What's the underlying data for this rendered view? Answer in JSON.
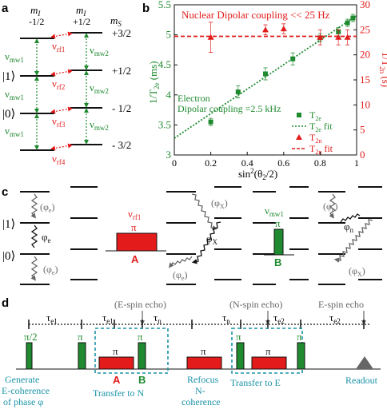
{
  "colors": {
    "green": "#1f8a2f",
    "red": "#e31b1b",
    "teal": "#1b93a8",
    "gray": "#666666",
    "black": "#111111"
  },
  "panel_a": {
    "label": "a",
    "headers": {
      "mI_left": "m",
      "mI_left_sub": "I",
      "mI_left_val": "-1/2",
      "mI_right": "m",
      "mI_right_sub": "I",
      "mI_right_val": "+1/2",
      "mS": "m",
      "mS_sub": "S"
    },
    "ms_values": [
      "+3/2",
      "+1/2",
      "- 1/2",
      "- 3/2"
    ],
    "kets": [
      "|1⟩",
      "|0⟩"
    ],
    "mw_left": "ν",
    "mw_left_sub": "mw1",
    "mw_right": "ν",
    "mw_right_sub": "mw2",
    "rf": [
      "ν",
      "ν",
      "ν",
      "ν"
    ],
    "rf_subs": [
      "rf1",
      "rf2",
      "rf3",
      "rf4"
    ]
  },
  "panel_b": {
    "label": "b",
    "annotation_nuclear": "Nuclear Dipolar coupling << 25 Hz",
    "annotation_electron_1": "Electron",
    "annotation_electron_2": "Dipolar coupling =2.5 kHz",
    "ylabel_left": "1/T",
    "ylabel_left_sub": "2e",
    "ylabel_left_unit": " (ms)",
    "ylabel_right": "1/T",
    "ylabel_right_sub": "2n",
    "ylabel_right_unit": " (s)",
    "xlabel": "sin",
    "xlabel_sup": "2",
    "xlabel_rest": "(θ",
    "xlabel_sub": "2",
    "xlabel_end": "/2)",
    "legend": [
      {
        "label": "T",
        "sub": "2e",
        "rest": ""
      },
      {
        "label": "T",
        "sub": "2e",
        "rest": " fit"
      },
      {
        "label": "T",
        "sub": "2n",
        "rest": ""
      },
      {
        "label": "T",
        "sub": "2n",
        "rest": " fit"
      }
    ]
  },
  "chart_data": {
    "type": "scatter",
    "x_ticks": [
      "0",
      "0.2",
      "0.4",
      "0.6",
      "0.8",
      "1"
    ],
    "y_left_ticks": [
      "3",
      "3.5",
      "4",
      "4.5",
      "5",
      "5.5"
    ],
    "y_right_ticks": [
      "0",
      "5",
      "10",
      "15",
      "20",
      "25",
      "30"
    ],
    "xlim": [
      0,
      1
    ],
    "ylim_left": [
      3,
      5.5
    ],
    "ylim_right": [
      0,
      30
    ],
    "series": [
      {
        "name": "T2e",
        "axis": "left",
        "marker": "square",
        "color": "#1f8a2f",
        "x": [
          0.2,
          0.35,
          0.5,
          0.65,
          0.8,
          0.9,
          0.95,
          0.98
        ],
        "y": [
          3.55,
          4.05,
          4.35,
          4.6,
          4.95,
          5.05,
          5.2,
          5.28
        ],
        "err": [
          0.06,
          0.1,
          0.1,
          0.1,
          0.07,
          0.07,
          0.06,
          0.06
        ]
      },
      {
        "name": "T2e fit",
        "axis": "left",
        "line": "dotted",
        "color": "#1f8a2f",
        "x": [
          0,
          1
        ],
        "y": [
          3.28,
          5.32
        ]
      },
      {
        "name": "T2n",
        "axis": "right",
        "marker": "triangle",
        "color": "#e31b1b",
        "x": [
          0.2,
          0.5,
          0.6,
          0.8,
          0.9,
          0.95
        ],
        "y": [
          23.5,
          25.0,
          25.2,
          23.5,
          23.5,
          23.5
        ],
        "err": [
          3.0,
          1.0,
          1.0,
          1.5,
          1.5,
          1.5
        ]
      },
      {
        "name": "T2n fit",
        "axis": "right",
        "line": "dashed",
        "color": "#e31b1b",
        "x": [
          0,
          1
        ],
        "y": [
          23.7,
          23.7
        ]
      }
    ],
    "legend_position": "bottom-right"
  },
  "panel_c": {
    "label": "c",
    "ket1": "|1⟩",
    "ket0": "|0⟩",
    "phi_e_paren": "(φ",
    "phi_e_paren_sub": "e",
    "phi_e": "φ",
    "phi_e_sub": "e",
    "phi_x_paren": "(φ",
    "phi_x_paren_sub": "X",
    "phi_x": "φ",
    "phi_x_sub": "X",
    "phi_n": "φ",
    "phi_n_sub": "n",
    "close_paren": ")",
    "rf1": "ν",
    "rf1_sub": "rf1",
    "mw1": "ν",
    "mw1_sub": "mw1",
    "pi": "π",
    "pulse_A": "A",
    "pulse_B": "B"
  },
  "panel_d": {
    "label": "d",
    "tau_e1": "τ",
    "tau_e1_sub": "e1",
    "tau_n": "τ",
    "tau_n_sub": "n",
    "tau_e2": "τ",
    "tau_e2_sub": "e2",
    "e_spin_echo_paren": "(E-spin echo)",
    "n_spin_echo_paren": "(N-spin echo)",
    "e_spin_echo": "E-spin echo",
    "pi_half": "π/2",
    "pi": "π",
    "pulse_A": "A",
    "pulse_B": "B",
    "captions": {
      "generate_1": "Generate",
      "generate_2": "E-coherence",
      "generate_3": "of phase φ",
      "transfer_n": "Transfer to N",
      "refocus_1": "Refocus",
      "refocus_2": "N-",
      "refocus_3": "coherence",
      "transfer_e": "Transfer to E",
      "readout": "Readout"
    }
  }
}
